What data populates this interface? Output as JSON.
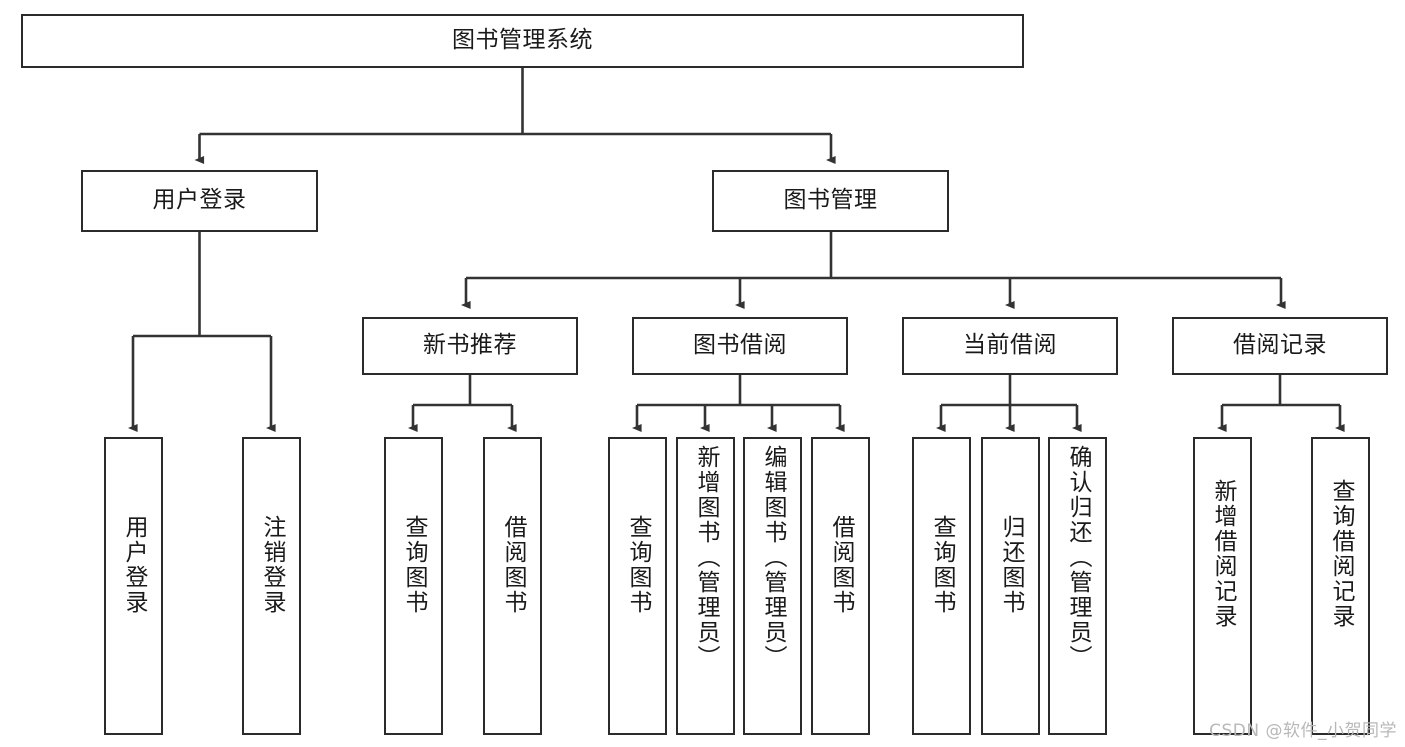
{
  "diagram": {
    "type": "tree-hierarchy",
    "title": "图书管理系统",
    "watermark": "CSDN @软件_小贺同学",
    "colors": {
      "box_border": "#2b2b2b",
      "box_fill": "#ffffff",
      "edge": "#333333",
      "text": "#1a1a1a",
      "watermark": "#b8b8b8",
      "background": "#ffffff"
    },
    "nodes": {
      "root": {
        "label": "图书管理系统",
        "orientation": "horizontal"
      },
      "level2": [
        {
          "id": "user-login",
          "label": "用户登录",
          "orientation": "horizontal"
        },
        {
          "id": "book-manage",
          "label": "图书管理",
          "orientation": "horizontal"
        }
      ],
      "level3": [
        {
          "id": "new-book-recommend",
          "label": "新书推荐",
          "orientation": "horizontal"
        },
        {
          "id": "book-borrow",
          "label": "图书借阅",
          "orientation": "horizontal"
        },
        {
          "id": "current-borrow",
          "label": "当前借阅",
          "orientation": "horizontal"
        },
        {
          "id": "borrow-record",
          "label": "借阅记录",
          "orientation": "horizontal"
        }
      ],
      "leaves": [
        {
          "id": "leaf-user-login",
          "label": "用户登录",
          "parent": "user-login",
          "orientation": "vertical"
        },
        {
          "id": "leaf-logout-login",
          "label": "注销登录",
          "parent": "user-login",
          "orientation": "vertical"
        },
        {
          "id": "leaf-query-book-1",
          "label": "查询图书",
          "parent": "new-book-recommend",
          "orientation": "vertical"
        },
        {
          "id": "leaf-borrow-book-1",
          "label": "借阅图书",
          "parent": "new-book-recommend",
          "orientation": "vertical"
        },
        {
          "id": "leaf-query-book-2",
          "label": "查询图书",
          "parent": "book-borrow",
          "orientation": "vertical"
        },
        {
          "id": "leaf-add-book",
          "label": "新增图书（管理员）",
          "parent": "book-borrow",
          "orientation": "vertical"
        },
        {
          "id": "leaf-edit-book",
          "label": "编辑图书（管理员）",
          "parent": "book-borrow",
          "orientation": "vertical"
        },
        {
          "id": "leaf-borrow-book-2",
          "label": "借阅图书",
          "parent": "book-borrow",
          "orientation": "vertical"
        },
        {
          "id": "leaf-query-book-3",
          "label": "查询图书",
          "parent": "current-borrow",
          "orientation": "vertical"
        },
        {
          "id": "leaf-return-book",
          "label": "归还图书",
          "parent": "current-borrow",
          "orientation": "vertical"
        },
        {
          "id": "leaf-confirm-return",
          "label": "确认归还（管理员）",
          "parent": "current-borrow",
          "orientation": "vertical"
        },
        {
          "id": "leaf-add-record",
          "label": "新增借阅记录",
          "parent": "borrow-record",
          "orientation": "vertical"
        },
        {
          "id": "leaf-query-record",
          "label": "查询借阅记录",
          "parent": "borrow-record",
          "orientation": "vertical"
        }
      ]
    }
  }
}
